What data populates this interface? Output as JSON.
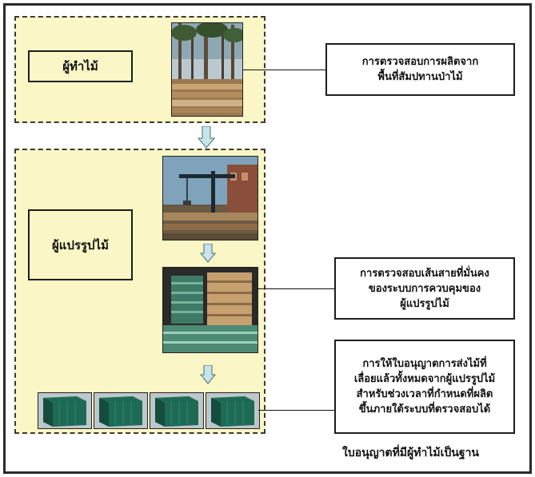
{
  "actors": {
    "harvester": "ผู้ทำไม้",
    "processor": "ผู้แปรรูปไม้"
  },
  "notes": {
    "harvest_check": "การตรวจสอบการผลิตจาก\nพื้นที่สัมปทานป่าไม้",
    "chain_check": "การตรวจสอบเส้นสายที่มั่นคง\nของระบบการควบคุมของ\nผู้แปรรูปไม้",
    "licensing": "การให้ใบอนุญาตการส่งไม้ที่\nเลื่อยแล้วทั้งหมดจากผู้แปรรูปไม้\nสำหรับช่วงเวลาที่กำหนดที่ผลิต\nขึ้นภายใต้ระบบที่ตรวจสอบได้"
  },
  "footer": "ใบอนุญาตที่มีผู้ทำไม้เป็นฐาน",
  "photos": [
    "forest-log-photo",
    "sawmill-crane-photo",
    "stacked-lumber-photo",
    "container-photo",
    "container-photo",
    "container-photo",
    "container-photo"
  ],
  "colors": {
    "zone_fill": "#fbf6c5",
    "arrow_fill": "#c7e4ea",
    "container_green": "#1f6a55"
  }
}
